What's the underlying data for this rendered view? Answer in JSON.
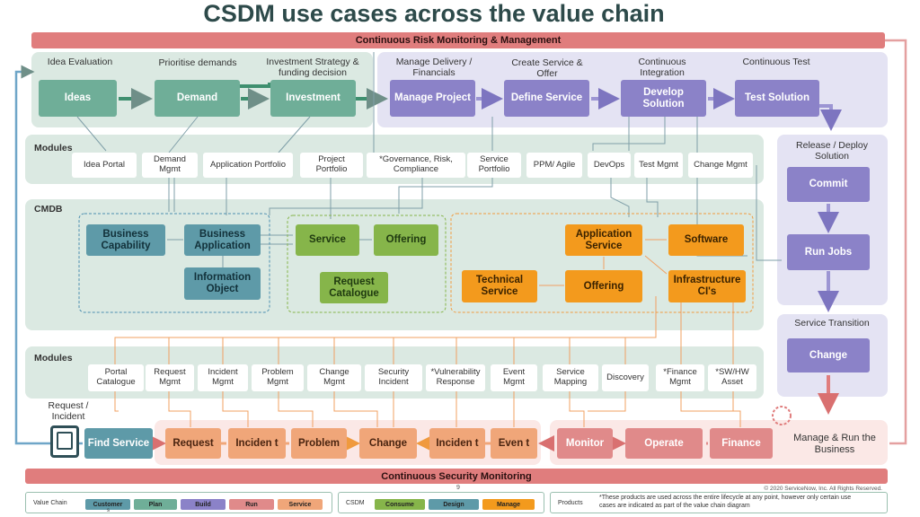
{
  "title": "CSDM use cases across the value chain",
  "bands": {
    "top": "Continuous Risk Monitoring & Management",
    "bottom": "Continuous Security Monitoring"
  },
  "stages": {
    "idea_evaluation": "Idea Evaluation",
    "prioritise_demands": "Prioritise demands",
    "investment_strategy": "Investment Strategy & funding decision",
    "manage_delivery": "Manage Delivery / Financials",
    "create_service": "Create Service & Offer",
    "continuous_integration": "Continuous Integration",
    "continuous_test": "Continuous Test",
    "release_deploy": "Release / Deploy Solution",
    "service_transition": "Service Transition",
    "manage_run": "Manage & Run the Business",
    "request_incident": "Request / Incident"
  },
  "plan_boxes": {
    "ideas": "Ideas",
    "demand": "Demand",
    "investment": "Investment",
    "manage_project": "Manage Project",
    "define_service": "Define Service",
    "develop_solution": "Develop Solution",
    "test_solution": "Test Solution",
    "commit": "Commit",
    "run_jobs": "Run Jobs",
    "change_transition": "Change"
  },
  "sections": {
    "modules_top": "Modules",
    "cmdb": "CMDB",
    "modules_bottom": "Modules"
  },
  "modules_top": [
    "Idea Portal",
    "Demand Mgmt",
    "Application Portfolio",
    "Project Portfolio",
    "*Governance, Risk, Compliance",
    "Service Portfolio",
    "PPM/ Agile",
    "DevOps",
    "Test Mgmt",
    "Change Mgmt"
  ],
  "cmdb": {
    "business_capability": "Business Capability",
    "business_application": "Business Application",
    "information_object": "Information Object",
    "service": "Service",
    "offering_consume": "Offering",
    "request_catalogue": "Request Catalogue",
    "application_service": "Application Service",
    "software": "Software",
    "technical_service": "Technical Service",
    "offering_manage": "Offering",
    "infrastructure_cis": "Infrastructure CI's"
  },
  "modules_bottom": [
    "Portal Catalogue",
    "Request Mgmt",
    "Incident Mgmt",
    "Problem Mgmt",
    "Change Mgmt",
    "Security Incident",
    "*Vulnerability Response",
    "Event Mgmt",
    "Service Mapping",
    "Discovery",
    "*Finance Mgmt",
    "*SW/HW Asset"
  ],
  "run_flow": {
    "find_service": "Find Service",
    "request": "Request",
    "incident_1": "Inciden t",
    "problem": "Problem",
    "change": "Change",
    "incident_2": "Inciden t",
    "event": "Even t",
    "monitor": "Monitor",
    "operate": "Operate",
    "finance": "Finance"
  },
  "footer": {
    "copyright": "© 2020 ServiceNow, Inc. All Rights Reserved.",
    "page_number": "9",
    "legend_value_chain": "Value Chain",
    "value_chain_chips": [
      "Customer",
      "Plan",
      "Build",
      "Run",
      "Service"
    ],
    "stray_char": "s",
    "legend_csdm": "CSDM",
    "csdm_chips": [
      "Consume",
      "Design",
      "Manage"
    ],
    "legend_products": "Products",
    "products_note": "*These products are used across the entire lifecycle at any point, however only certain use cases are indicated as part of the value chain diagram"
  },
  "colors": {
    "title": "#2d4a4a",
    "risk_band": "#e07d7d",
    "plan_teal": "#6fae98",
    "build_violet": "#8b82c8",
    "design_blue": "#5e9aa8",
    "consume_green": "#86b54a",
    "manage_orange": "#f39a1d",
    "service_peach": "#f0a679",
    "run_rose": "#e08a8a"
  }
}
